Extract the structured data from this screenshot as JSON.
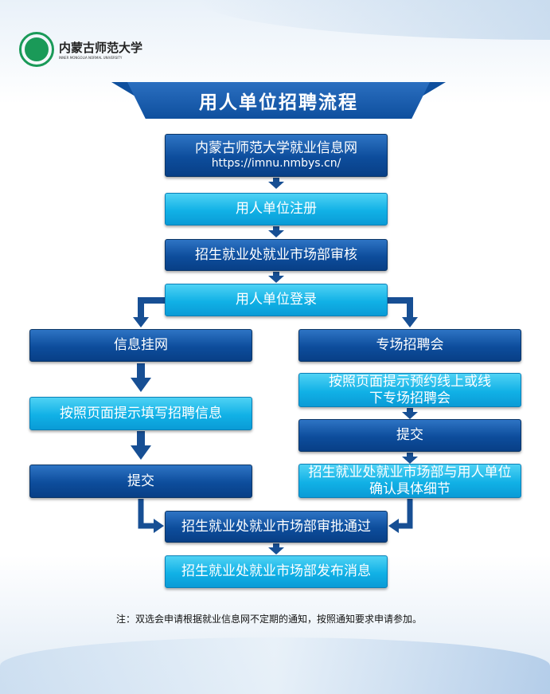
{
  "logo": {
    "name": "内蒙古师范大学",
    "english": "INNER MONGOLIA NORMAL UNIVERSITY"
  },
  "title": "用人单位招聘流程",
  "steps": {
    "website": {
      "label": "内蒙古师范大学就业信息网",
      "url": "https://imnu.nmbys.cn/"
    },
    "register": "用人单位注册",
    "review": "招生就业处就业市场部审核",
    "login": "用人单位登录",
    "left": [
      "信息挂网",
      "按照页面提示填写招聘信息",
      "提交"
    ],
    "right": [
      "专场招聘会",
      "按照页面提示预约线上或线下专场招聘会",
      "提交",
      "招生就业处就业市场部与用人单位确认具体细节"
    ],
    "approve": "招生就业处就业市场部审批通过",
    "publish": "招生就业处就业市场部发布消息"
  },
  "note": "注：双选会申请根据就业信息网不定期的通知，按照通知要求申请参加。",
  "colors": {
    "dark": "#0d4d9c",
    "cyan": "#11b1e6"
  }
}
